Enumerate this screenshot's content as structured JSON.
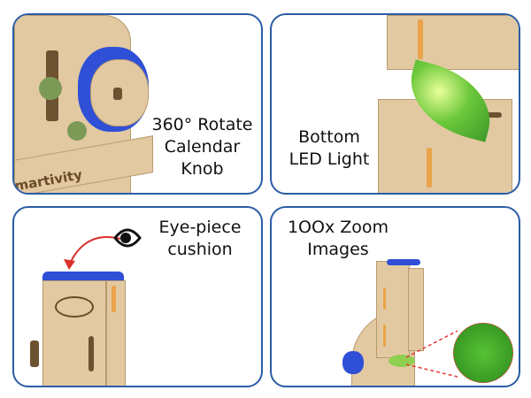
{
  "panels": [
    {
      "caption_lines": [
        "360° Rotate",
        "Calendar",
        "Knob"
      ],
      "brand_text": "martivity"
    },
    {
      "caption_lines": [
        "Bottom",
        "LED Light"
      ]
    },
    {
      "caption_lines": [
        "Eye-piece",
        "cushion"
      ]
    },
    {
      "caption_lines": [
        "1OOx Zoom",
        "Images"
      ]
    }
  ],
  "colors": {
    "border": "#2b5ca6",
    "knob": "#2f4fd6",
    "wood": "#e2c9a2",
    "leaf": "#6cc83a"
  }
}
